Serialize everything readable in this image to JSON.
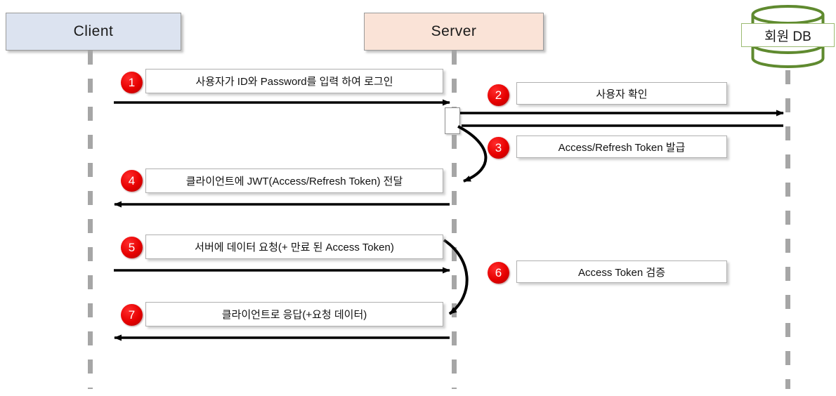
{
  "diagram": {
    "title_absent": true,
    "colors": {
      "client_fill": "#dce3f0",
      "server_fill": "#fae3d7",
      "db_stroke": "#5f8a2f",
      "badge_red": "#e60000",
      "lifeline_gray": "#a6a6a6",
      "arrow_black": "#000000"
    }
  },
  "actors": {
    "client": {
      "label": "Client"
    },
    "server": {
      "label": "Server"
    },
    "database": {
      "label": "회원 DB",
      "icon": "database-cylinder-icon"
    }
  },
  "steps": [
    {
      "number": "1",
      "text": "사용자가 ID와 Password를 입력 하여 로그인",
      "from": "client",
      "to": "server"
    },
    {
      "number": "2",
      "text": "사용자 확인",
      "from": "server",
      "to": "database"
    },
    {
      "number": "3",
      "text": "Access/Refresh Token 발급",
      "from": "server",
      "to": "server"
    },
    {
      "number": "4",
      "text": "클라이언트에 JWT(Access/Refresh Token) 전달",
      "from": "server",
      "to": "client"
    },
    {
      "number": "5",
      "text": "서버에 데이터 요청(+ 만료 된 Access Token)",
      "from": "client",
      "to": "server"
    },
    {
      "number": "6",
      "text": "Access Token 검증",
      "from": "server",
      "to": "server"
    },
    {
      "number": "7",
      "text": "클라이언트로 응답(+요청 데이터)",
      "from": "server",
      "to": "client"
    }
  ]
}
